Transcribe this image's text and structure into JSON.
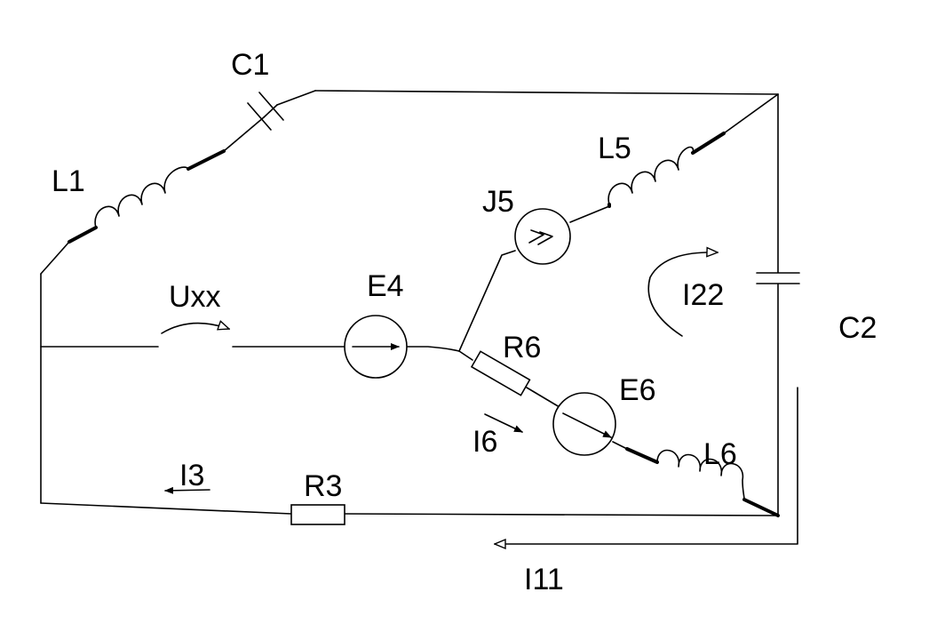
{
  "labels": {
    "C1": "C1",
    "L1": "L1",
    "L5": "L5",
    "J5": "J5",
    "Uxx": "Uxx",
    "E4": "E4",
    "I22": "I22",
    "C2": "C2",
    "R6": "R6",
    "E6": "E6",
    "I6": "I6",
    "L6": "L6",
    "I3": "I3",
    "R3": "R3",
    "I11": "I11"
  },
  "colors": {
    "ink": "#000000",
    "background": "#ffffff"
  }
}
